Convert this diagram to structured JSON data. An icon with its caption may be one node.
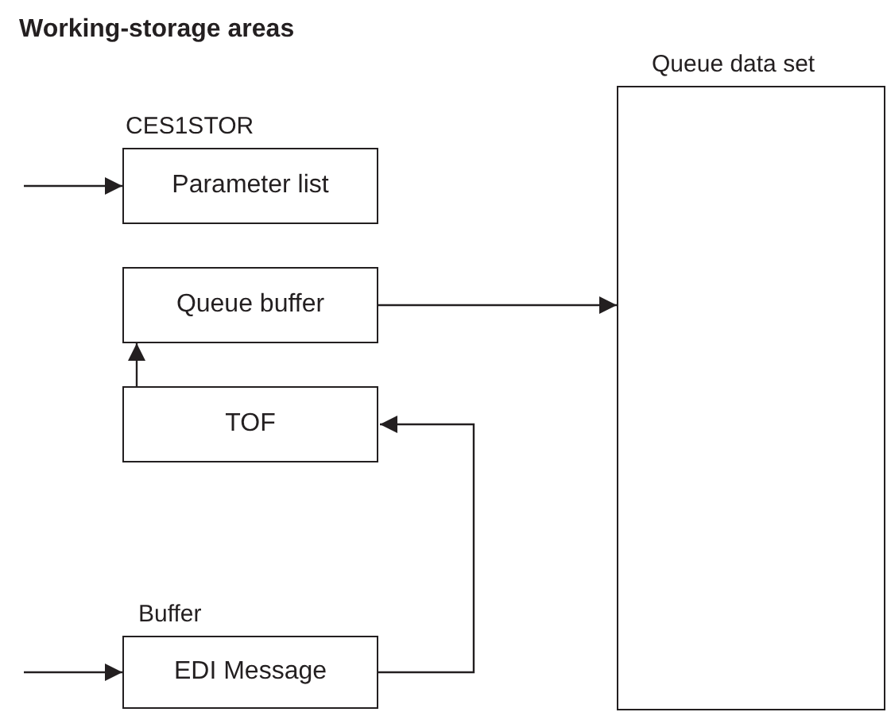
{
  "diagram": {
    "title": "Working-storage areas",
    "nodes": [
      {
        "text": [
          "CES1STOR",
          "Parameter list"
        ]
      },
      {
        "text": [
          "Queue buffer"
        ]
      },
      {
        "text": [
          "TOF"
        ]
      },
      {
        "text": [
          "Buffer",
          "EDI Message"
        ]
      },
      {
        "text": [
          "Queue data set"
        ]
      }
    ],
    "edges": [
      {
        "from": null,
        "to": 0,
        "arrow": "to"
      },
      {
        "from": 1,
        "to": 4,
        "arrow": "to"
      },
      {
        "from": 2,
        "to": 1,
        "arrow": "to"
      },
      {
        "from": null,
        "to": 3,
        "arrow": "to"
      },
      {
        "from": 3,
        "to": 2,
        "arrow": "to"
      }
    ]
  }
}
